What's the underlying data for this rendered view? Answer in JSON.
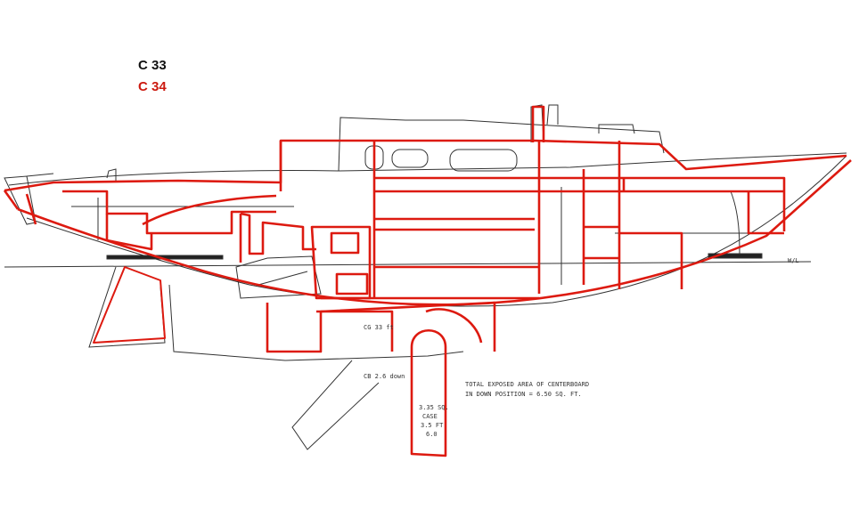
{
  "legend": {
    "items": [
      {
        "label": "C 33",
        "color": "#111111"
      },
      {
        "label": "C 34",
        "color": "#cc1a10"
      }
    ]
  },
  "colors": {
    "c33_lines": "#333333",
    "c34_lines": "#dd1a10",
    "background": "#ffffff"
  },
  "notes": {
    "waterline": "W/L",
    "cg_label": "CG 33 ft",
    "board_label": "CB 2.6 down",
    "area_note_1": "TOTAL EXPOSED AREA OF CENTERBOARD",
    "area_note_2": "IN DOWN POSITION = 6.50 SQ. FT.",
    "cb_note_1": "3.35 SQ.",
    "cb_note_2": "CASE",
    "cb_note_3": "3.5 FT",
    "cb_note_4": "6.0"
  }
}
